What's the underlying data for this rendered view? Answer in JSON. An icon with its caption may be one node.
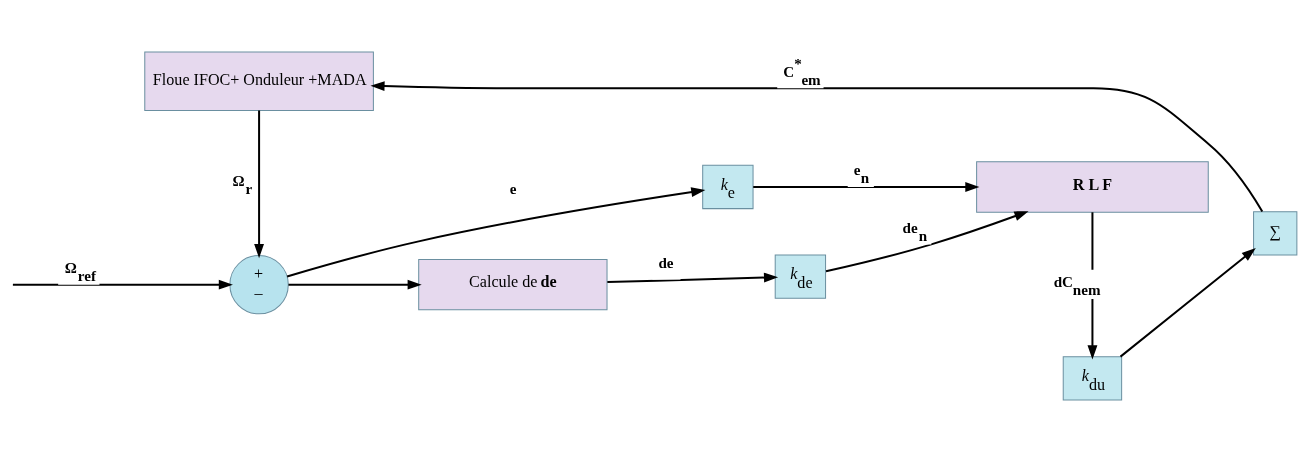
{
  "diagram": {
    "nodes": [
      {
        "text": [
          "+",
          "–"
        ]
      },
      {
        "text": [
          "Calcule de **de**"
        ]
      },
      {
        "text": [
          "*k*$_{e}$"
        ]
      },
      {
        "text": [
          "*k*$_{de}$"
        ]
      },
      {
        "text": [
          "R L F"
        ]
      },
      {
        "text": [
          "*k*$_{du}$"
        ]
      },
      {
        "text": [
          "∑"
        ]
      },
      {
        "text": [
          "Floue IFOC+ Onduleur +MADA"
        ]
      }
    ],
    "edges": [
      {
        "from": null,
        "to": 0,
        "arrow": "to",
        "label": "Ω$_{ref}$"
      },
      {
        "from": 0,
        "to": 2,
        "arrow": "to",
        "label": "e"
      },
      {
        "from": 0,
        "to": 1,
        "arrow": "to"
      },
      {
        "from": 1,
        "to": 3,
        "arrow": "to",
        "label": "de"
      },
      {
        "from": 2,
        "to": 4,
        "arrow": "to",
        "label": "e$_{n}$"
      },
      {
        "from": 3,
        "to": 4,
        "arrow": "to",
        "label": "de$_{n}$"
      },
      {
        "from": 4,
        "to": 5,
        "arrow": "to",
        "label": "dC$_{nem}$"
      },
      {
        "from": 5,
        "to": 6,
        "arrow": "to"
      },
      {
        "from": 6,
        "to": 7,
        "arrow": "to",
        "label": "C$^{*}$$_{em}$"
      },
      {
        "from": 7,
        "to": 0,
        "arrow": "to",
        "label": "Ω$_{r}$"
      }
    ]
  }
}
